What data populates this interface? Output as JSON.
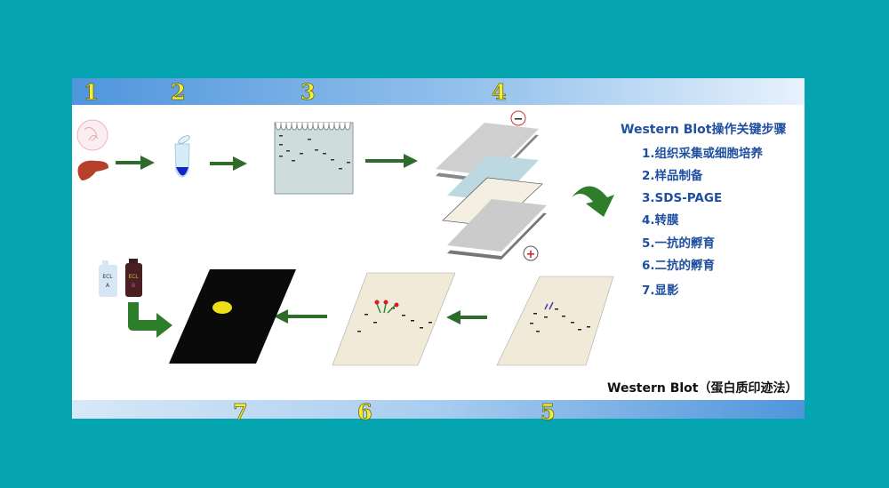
{
  "top_numbers": [
    "1",
    "2",
    "3",
    "4"
  ],
  "bottom_numbers": [
    "7",
    "6",
    "5"
  ],
  "steps_panel": {
    "title": "Western Blot操作关键步骤",
    "steps": [
      "1.组织采集或细胞培养",
      "2.样品制备",
      "3.SDS-PAGE",
      "4.转膜",
      "5.一抗的孵育",
      "6.二抗的孵育",
      "7.显影"
    ]
  },
  "caption": "Western Blot（蛋白质印迹法）",
  "electrodes": {
    "negative": "−",
    "positive": "+"
  },
  "bottles": {
    "a_line1": "ECL",
    "a_line2": "A",
    "b_line1": "ECL",
    "b_line2": "B"
  },
  "colors": {
    "background": "#05a4b1",
    "band": "#5b9de0",
    "arrow": "#2f6b2a",
    "text": "#1f4fa0",
    "numbers": "#f4ee3a"
  }
}
